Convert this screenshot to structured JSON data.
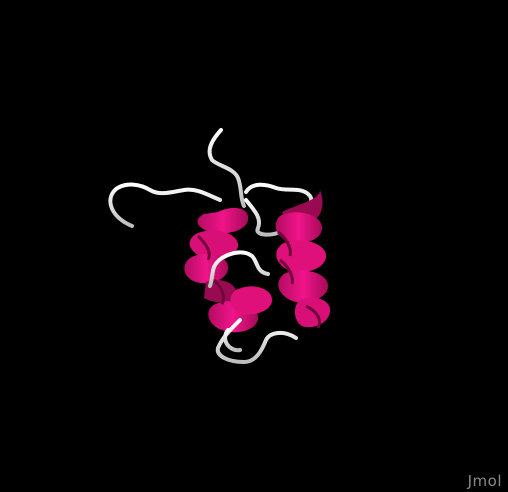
{
  "viewer": {
    "background_color": "#000000",
    "watermark_text": "Jmol"
  },
  "structure": {
    "render_style": "cartoon",
    "helix_color": "#e0107a",
    "helix_dark_color": "#9a0a52",
    "coil_color": "#e6e6e6",
    "helix_count": 2
  }
}
